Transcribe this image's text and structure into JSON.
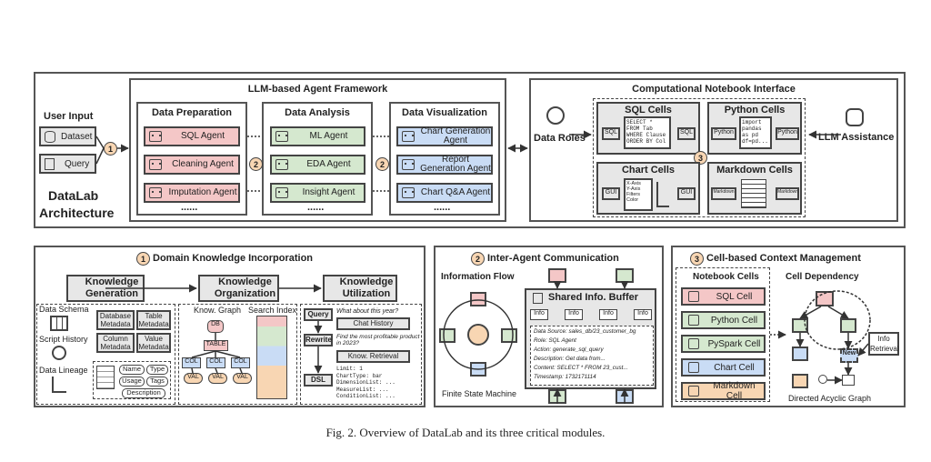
{
  "top": {
    "user_input": "User Input",
    "dataset": "Dataset",
    "query": "Query",
    "arch_title_1": "DataLab",
    "arch_title_2": "Architecture",
    "framework_title": "LLM-based Agent Framework",
    "prep_title": "Data Preparation",
    "analysis_title": "Data Analysis",
    "viz_title": "Data Visualization",
    "prep_agents": [
      "SQL Agent",
      "Cleaning Agent",
      "Imputation Agent"
    ],
    "analysis_agents": [
      "ML Agent",
      "EDA Agent",
      "Insight Agent"
    ],
    "viz_agents": [
      "Chart Generation Agent",
      "Report Generation Agent",
      "Chart Q&A Agent"
    ],
    "ellipsis": "......",
    "notebook_title": "Computational Notebook Interface",
    "data_roles": "Data Roles",
    "llm_assistance": "LLM Assistance",
    "sql_cells": "SQL Cells",
    "python_cells": "Python Cells",
    "chart_cells": "Chart Cells",
    "markdown_cells": "Markdown Cells",
    "sql_tag": "SQL",
    "python_tag": "Python",
    "gui_tag": "GUI",
    "markdown_tag": "Markdown",
    "sql_code": [
      "SELECT *",
      "FROM Tab",
      "WHERE Clause",
      "ORDER BY Col"
    ],
    "py_code": [
      "import",
      "pandas",
      "as pd",
      "df=pd..."
    ],
    "chart_opts": [
      "X-Axis",
      "Y-Axis",
      "Filters",
      "Color"
    ],
    "n1": "1",
    "n2": "2",
    "n3": "3"
  },
  "module1": {
    "title": "Domain Knowledge Incorporation",
    "generation": [
      "Knowledge",
      "Generation"
    ],
    "organization": [
      "Knowledge",
      "Organization"
    ],
    "utilization": [
      "Knowledge",
      "Utilization"
    ],
    "data_schema": "Data Schema",
    "script_history": "Script History",
    "data_lineage": "Data Lineage",
    "meta": [
      "Database Metadata",
      "Table Metadata",
      "Column Metadata",
      "Value Metadata"
    ],
    "tags": [
      "Name",
      "Type",
      "Usage",
      "Tags",
      "Description"
    ],
    "know_graph": "Know. Graph",
    "search_index": "Search Index",
    "db": "DB",
    "table": "TABLE",
    "col": "COL",
    "val": "VAL",
    "query": "Query",
    "question": "What about this year?",
    "chat_history": "Chat History",
    "rewrite": "Rewrite",
    "rewritten": "Find the most profitable product in 2023?",
    "retrieval": "Know. Retrieval",
    "dsl": "DSL",
    "dsl_lines": [
      "Limit: 1",
      "ChartType: bar",
      "DimensionList: ...",
      "MeasureList: ...",
      "ConditionList: ..."
    ]
  },
  "module2": {
    "title": "Inter-Agent Communication",
    "info_flow": "Information Flow",
    "buffer": "Shared Info. Buffer",
    "info": "Info",
    "fsm": "Finite State Machine",
    "record": [
      "Data Source: sales_db/23_customer_bg",
      "Role: SQL Agent",
      "Action: generate_sql_query",
      "Description: Get data from...",
      "Content: SELECT * FROM 23_cust...",
      "Timestamp: 1732171114"
    ]
  },
  "module3": {
    "title": "Cell-based Context Management",
    "notebook_cells": "Notebook Cells",
    "cell_dependency": "Cell Dependency",
    "cells": [
      "SQL Cell",
      "Python Cell",
      "PySpark Cell",
      "Chart Cell",
      "Markdown Cell"
    ],
    "new": "New",
    "info_retrieval": [
      "Info",
      "Retrieval"
    ],
    "dag": "Directed Acyclic Graph"
  },
  "caption": "Fig. 2.  Overview of DataLab and its three critical modules.",
  "colors": {
    "red": "#f4c7c7",
    "green": "#d5e8cf",
    "blue": "#c9dcf5",
    "orange": "#f8d6b3",
    "gray": "#e7e7e7"
  }
}
